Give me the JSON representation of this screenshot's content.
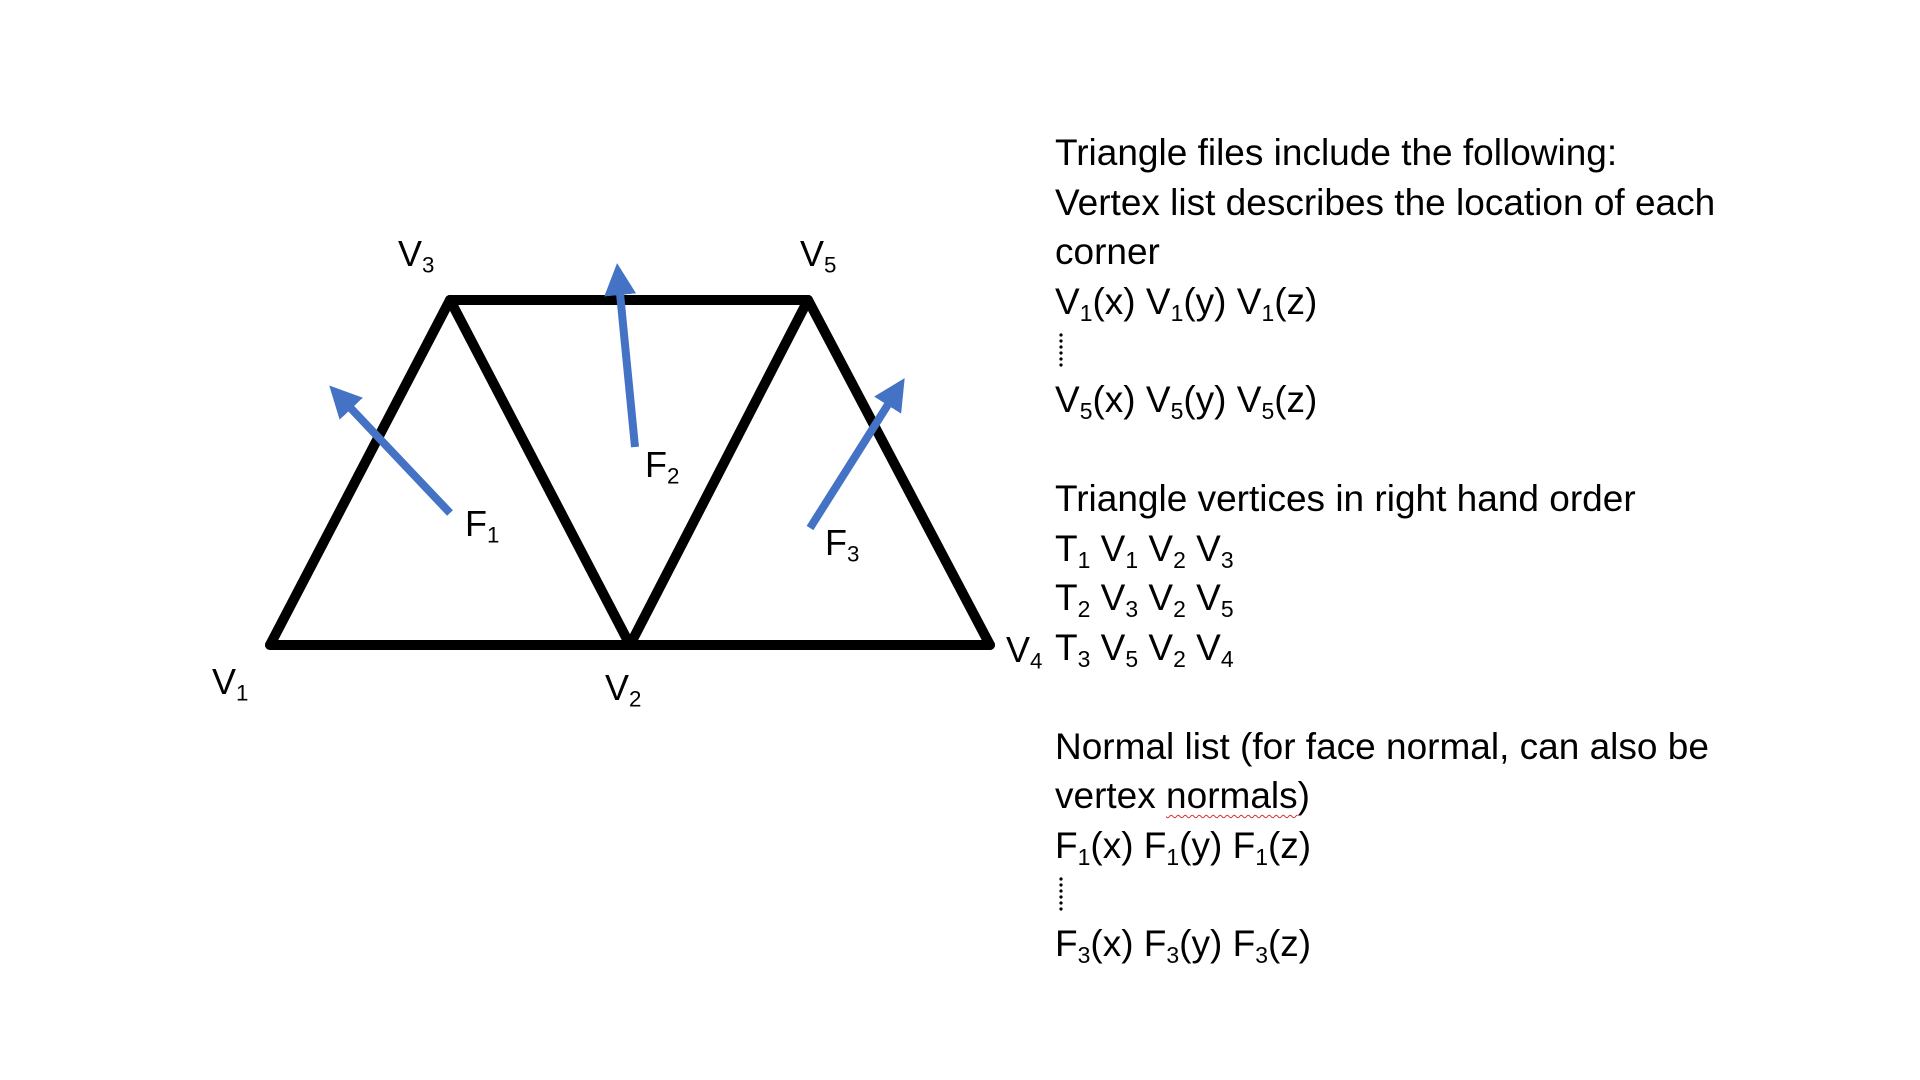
{
  "colors": {
    "edge": "#000000",
    "normal_arrow": "#4472c4",
    "spell_squiggle": "#d32f2f"
  },
  "labels": {
    "v1": {
      "base": "V",
      "sub": "1"
    },
    "v2": {
      "base": "V",
      "sub": "2"
    },
    "v3": {
      "base": "V",
      "sub": "3"
    },
    "v4": {
      "base": "V",
      "sub": "4"
    },
    "v5": {
      "base": "V",
      "sub": "5"
    },
    "f1": {
      "base": "F",
      "sub": "1"
    },
    "f2": {
      "base": "F",
      "sub": "2"
    },
    "f3": {
      "base": "F",
      "sub": "3"
    }
  },
  "text": {
    "heading": "Triangle files include the following:",
    "vertex_desc_1": "Vertex list describes the location of each",
    "vertex_desc_2": "corner",
    "v1_coords": {
      "a": "V",
      "s1": "1",
      "b": "(x) V",
      "s2": "1",
      "c": "(y) V",
      "s3": "1",
      "d": "(z)"
    },
    "v5_coords": {
      "a": "V",
      "s1": "5",
      "b": "(x) V",
      "s2": "5",
      "c": "(y) V",
      "s3": "5",
      "d": "(z)"
    },
    "tri_heading": "Triangle vertices in right hand order",
    "tris": [
      {
        "t": "T",
        "ts": "1",
        "a": " V",
        "as": "1",
        "b": " V",
        "bs": "2",
        "c": " V",
        "cs": "3"
      },
      {
        "t": "T",
        "ts": "2",
        "a": " V",
        "as": "3",
        "b": " V",
        "bs": "2",
        "c": " V",
        "cs": "5"
      },
      {
        "t": "T",
        "ts": "3",
        "a": " V",
        "as": "5",
        "b": " V",
        "bs": "2",
        "c": " V",
        "cs": "4"
      }
    ],
    "normal_desc_1": "Normal list (for face normal, can also be",
    "normal_desc_2a": "vertex ",
    "normal_desc_2b": "normals",
    "normal_desc_2c": ")",
    "f1_coords": {
      "a": "F",
      "s1": "1",
      "b": "(x) F",
      "s2": "1",
      "c": "(y) F",
      "s3": "1",
      "d": "(z)"
    },
    "f3_coords": {
      "a": "F",
      "s1": "3",
      "b": "(x) F",
      "s2": "3",
      "c": "(y) F",
      "s3": "3",
      "d": "(z)"
    }
  }
}
